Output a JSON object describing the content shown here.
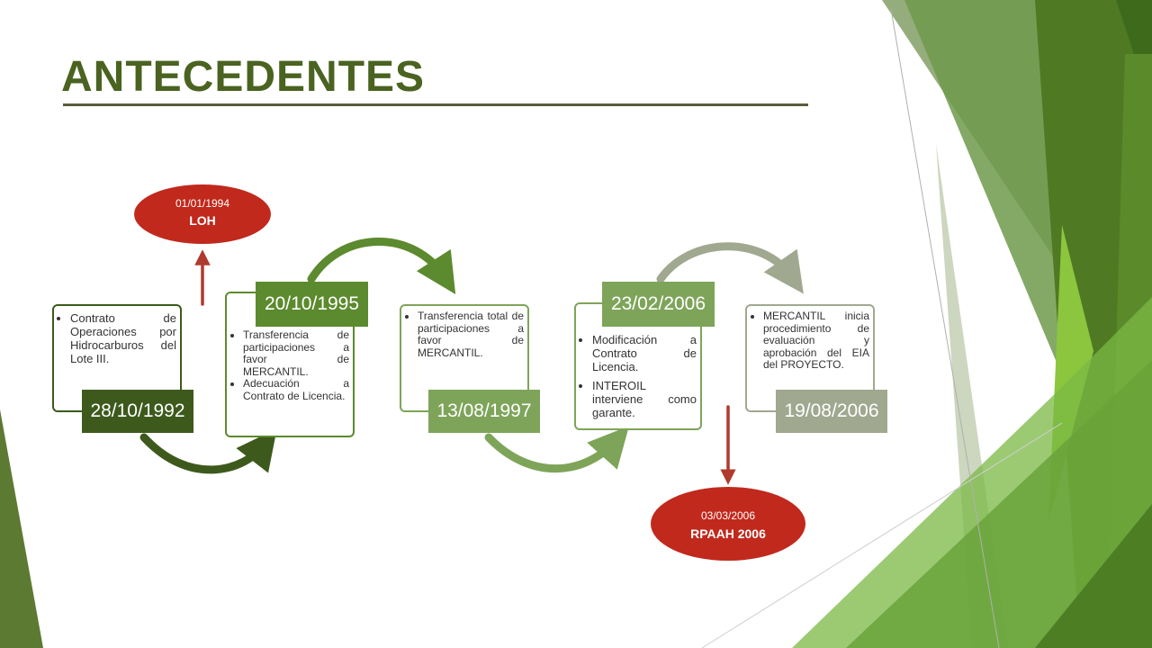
{
  "title": "ANTECEDENTES",
  "colors": {
    "title": "#4a6320",
    "dark_green": "#3d5a1c",
    "green": "#5c8a2e",
    "light_green": "#7ea45a",
    "gray_green": "#a0a890",
    "red": "#c0291c"
  },
  "timeline": [
    {
      "date": "28/10/1992",
      "bullets": [
        "Contrato de Operaciones por Hidrocarburos del Lote III."
      ]
    },
    {
      "date": "20/10/1995",
      "bullets": [
        "Transferencia de participaciones a favor de MERCANTIL.",
        "Adecuación a Contrato de Licencia."
      ]
    },
    {
      "date": "13/08/1997",
      "bullets": [
        "Transferencia total de participaciones a favor de MERCANTIL."
      ]
    },
    {
      "date": "23/02/2006",
      "bullets": [
        "Modificación a Contrato de Licencia.",
        "INTEROIL interviene como garante."
      ]
    },
    {
      "date": "19/08/2006",
      "bullets": [
        "MERCANTIL inicia procedimiento de evaluación y aprobación del EIA del PROYECTO."
      ]
    }
  ],
  "callouts": [
    {
      "date": "01/01/1994",
      "label": "LOH"
    },
    {
      "date": "03/03/2006",
      "label": "RPAAH 2006"
    }
  ]
}
